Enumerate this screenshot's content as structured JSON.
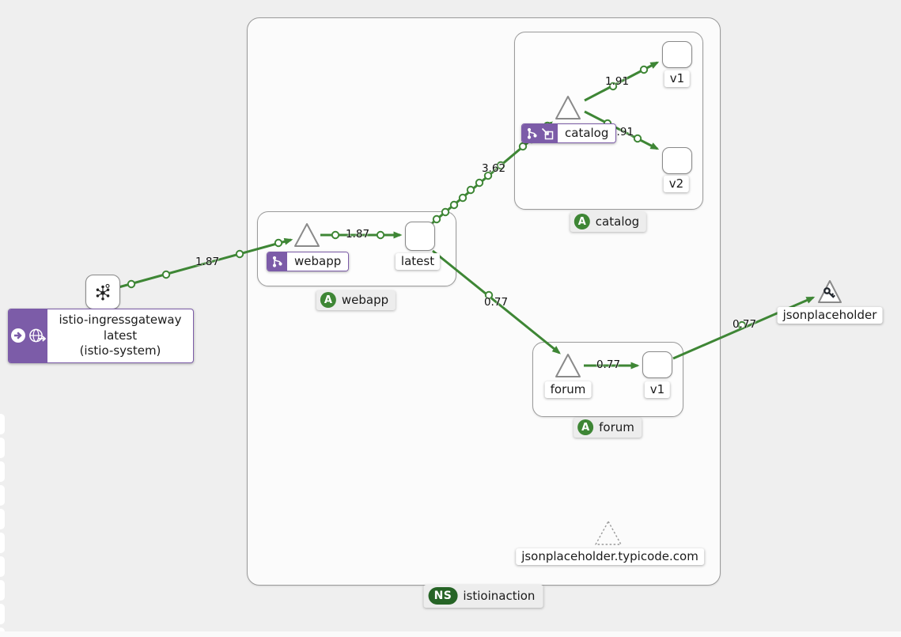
{
  "colors": {
    "edge_green": "#3e8635",
    "istio_purple": "#7c5ca8",
    "app_badge_green": "#3e8635",
    "ns_badge_green": "#266426",
    "canvas_bg": "#efefef"
  },
  "namespace": {
    "badge": "NS",
    "label": "istioinaction"
  },
  "nodes": {
    "ingressgateway": {
      "line1": "istio-ingressgateway",
      "line2": "latest",
      "line3": "(istio-system)"
    },
    "webapp": {
      "app_badge": "A",
      "app_label": "webapp",
      "service_label": "webapp",
      "workload_label": "latest"
    },
    "catalog": {
      "app_badge": "A",
      "app_label": "catalog",
      "service_label": "catalog",
      "v1_label": "v1",
      "v2_label": "v2"
    },
    "forum": {
      "app_badge": "A",
      "app_label": "forum",
      "service_label": "forum",
      "v1_label": "v1"
    },
    "jsonplaceholder": {
      "label": "jsonplaceholder"
    },
    "external_host": {
      "label": "jsonplaceholder.typicode.com"
    }
  },
  "edges": {
    "gw_to_webapp": "1.87",
    "webapp_to_latest": "1.87",
    "latest_to_catalog": "3.62",
    "catalog_to_v1": "1.91",
    "catalog_to_v2": "1.91",
    "latest_to_forum": "0.77",
    "forum_to_v1": "0.77",
    "v1_to_jsonplaceholder": "0.77"
  },
  "icons": {
    "gateway_node": "mesh-icon",
    "gateway_label": [
      "circle-arrow-right-icon",
      "gateway-globe-icon"
    ],
    "webapp_service": [
      "virtual-service-icon"
    ],
    "catalog_service": [
      "virtual-service-icon",
      "request-routing-icon"
    ],
    "jsonplaceholder_node": "key-icon"
  }
}
